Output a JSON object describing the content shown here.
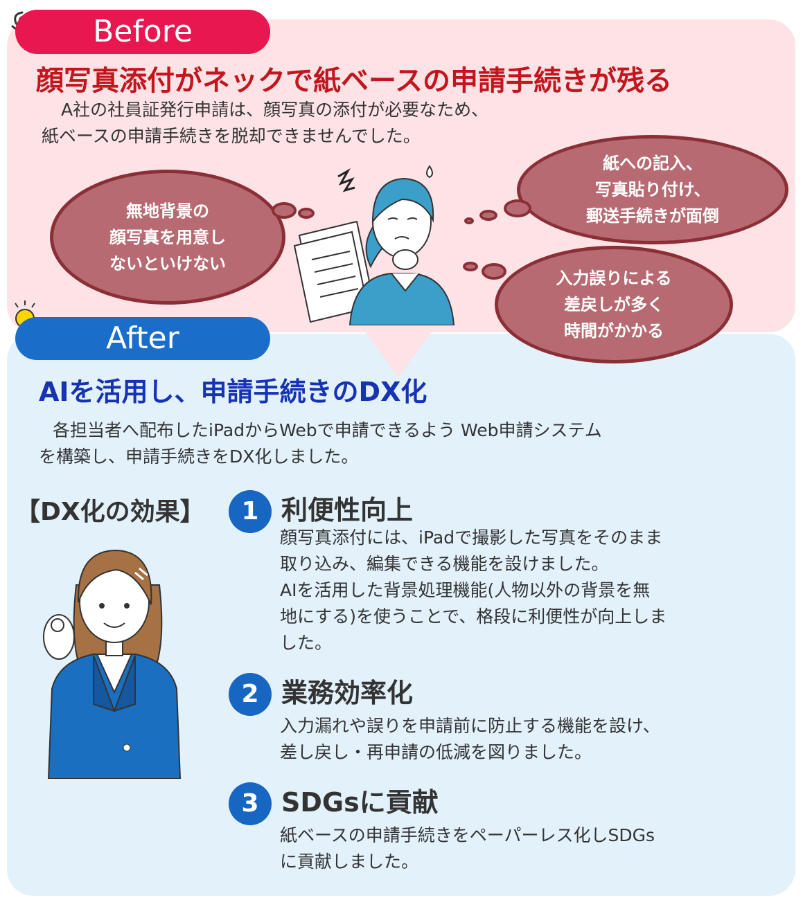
{
  "before": {
    "tab_label": "Before",
    "heading": "顔写真添付がネックで紙ベースの申請手続きが残る",
    "description_line1": "A社の社員証発行申請は、顔写真の添付が必要なため、",
    "description_line2": "紙ベースの申請手続きを脱却できませんでした。",
    "bubbles": [
      {
        "text": "無地背景の\n顔写真を用意し\nないといけない"
      },
      {
        "text": "紙への記入、\n写真貼り付け、\n郵送手続きが面倒"
      },
      {
        "text": "入力誤りによる\n差戻しが多く\n時間がかかる"
      }
    ]
  },
  "after": {
    "tab_label": "After",
    "heading": "AIを活用し、申請手続きのDX化",
    "description_line1": "各担当者へ配布したiPadからWebで申請できるよう Web申請システム",
    "description_line2": "を構築し、申請手続きをDX化しました。",
    "effects_label": "【DX化の効果】",
    "items": [
      {
        "number": "1",
        "title": "利便性向上",
        "lines": [
          "顔写真添付には、iPadで撮影した写真をそのまま",
          "取り込み、編集できる機能を設けました。",
          "AIを活用した背景処理機能(人物以外の背景を無",
          "地にする)を使うことで、格段に利便性が向上しま",
          "した。"
        ]
      },
      {
        "number": "2",
        "title": "業務効率化",
        "lines": [
          "入力漏れや誤りを申請前に防止する機能を設け、",
          "差し戻し・再申請の低減を図りました。"
        ]
      },
      {
        "number": "3",
        "title": "SDGsに貢献",
        "lines": [
          "紙ベースの申請手続きをペーパーレス化しSDGs",
          "に貢献しました。"
        ]
      }
    ]
  },
  "colors": {
    "before_accent": "#e8174f",
    "after_accent": "#1a6ec9",
    "before_panel": "#fde3e6",
    "after_panel": "#e3f1fb",
    "bubble_fill": "#b86a72"
  },
  "icons": [
    "swirl-icon",
    "lightbulb-icon",
    "worried-woman-illustration",
    "smiling-woman-illustration"
  ]
}
